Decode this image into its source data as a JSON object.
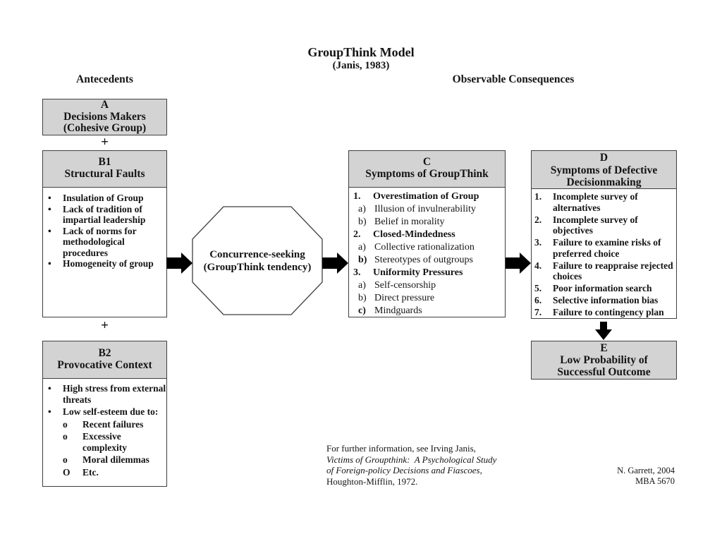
{
  "title": {
    "line1": "GroupThink Model",
    "line2": "(Janis, 1983)"
  },
  "column_headers": {
    "left": "Antecedents",
    "right": "Observable Consequences"
  },
  "plus_sign": "+",
  "octagon": {
    "line1": "Concurrence-seeking",
    "line2": "(GroupThink tendency)"
  },
  "boxes": {
    "a": {
      "label": "A",
      "line1": "Decisions Makers",
      "line2": "(Cohesive Group)"
    },
    "b1": {
      "label": "B1",
      "title": "Structural Faults",
      "items": [
        {
          "marker": "•",
          "text": "Insulation of Group",
          "bold": true
        },
        {
          "marker": "•",
          "text": "Lack of tradition of impartial leadership",
          "bold": true
        },
        {
          "marker": "•",
          "text": "Lack of norms for methodological procedures",
          "bold": true
        },
        {
          "marker": "•",
          "text": "Homogeneity of group",
          "bold": true
        }
      ]
    },
    "b2": {
      "label": "B2",
      "title": "Provocative Context",
      "items": [
        {
          "marker": "•",
          "text": "High stress from external threats",
          "bold": true
        },
        {
          "marker": "•",
          "text": "Low self-esteem due to:",
          "bold": true,
          "subs": [
            {
              "marker": "o",
              "text": "Recent failures",
              "bold": true
            },
            {
              "marker": "o",
              "text": "Excessive complexity",
              "bold": true
            },
            {
              "marker": "o",
              "text": "Moral dilemmas",
              "bold": true
            },
            {
              "marker": "O",
              "text": "Etc.",
              "bold": true
            }
          ]
        }
      ]
    },
    "c": {
      "label": "C",
      "title": "Symptoms of GroupThink",
      "items": [
        {
          "marker": "1.",
          "text": "Overestimation of Group",
          "bold": true,
          "subs": [
            {
              "marker": "a)",
              "text": "Illusion of invulnerability"
            },
            {
              "marker": "b)",
              "text": "Belief in morality"
            }
          ]
        },
        {
          "marker": "2.",
          "text": "Closed-Mindedness",
          "bold": true,
          "subs": [
            {
              "marker": "a)",
              "text": "Collective rationalization"
            },
            {
              "marker": "b)",
              "text": "Stereotypes of outgroups",
              "marker_bold": true
            }
          ]
        },
        {
          "marker": "3.",
          "text": "Uniformity Pressures",
          "bold": true,
          "subs": [
            {
              "marker": "a)",
              "text": "Self-censorship"
            },
            {
              "marker": "b)",
              "text": "Direct pressure"
            },
            {
              "marker": "c)",
              "text": "Mindguards",
              "marker_bold": true
            }
          ]
        }
      ]
    },
    "d": {
      "label": "D",
      "title": "Symptoms of Defective Decisionmaking",
      "items": [
        {
          "marker": "1.",
          "text": "Incomplete survey of alternatives",
          "bold": true
        },
        {
          "marker": "2.",
          "text": "Incomplete survey of objectives",
          "bold": true
        },
        {
          "marker": "3.",
          "text": "Failure to examine risks of preferred choice",
          "bold": true
        },
        {
          "marker": "4.",
          "text": "Failure to reappraise rejected choices",
          "bold": true
        },
        {
          "marker": "5.",
          "text": "Poor information search",
          "bold": true
        },
        {
          "marker": "6.",
          "text": "Selective information bias",
          "bold": true
        },
        {
          "marker": "7.",
          "text": "Failure to contingency plan",
          "bold": true
        }
      ]
    },
    "e": {
      "label": "E",
      "title": "Low Probability of Successful Outcome"
    }
  },
  "icons": {
    "flow_arrow_right": "filled-block-arrow-right",
    "flow_arrow_down": "filled-block-arrow-down"
  },
  "footer": {
    "citation": [
      {
        "text": "For further information, see Irving Janis,"
      },
      {
        "text": "Victims of Groupthink:  A Psychological Study",
        "italic": true
      },
      {
        "text": "of Foreign-policy Decisions and Fiascoes,",
        "italic": true
      },
      {
        "text": "Houghton-Mifflin, 1972."
      }
    ],
    "credit": [
      "N. Garrett, 2004",
      "MBA 5670"
    ]
  },
  "colors": {
    "box_header_bg": "#d3d3d3",
    "box_border": "#3f3f3f",
    "arrow": "#000000",
    "text": "#141414",
    "background": "#ffffff"
  }
}
